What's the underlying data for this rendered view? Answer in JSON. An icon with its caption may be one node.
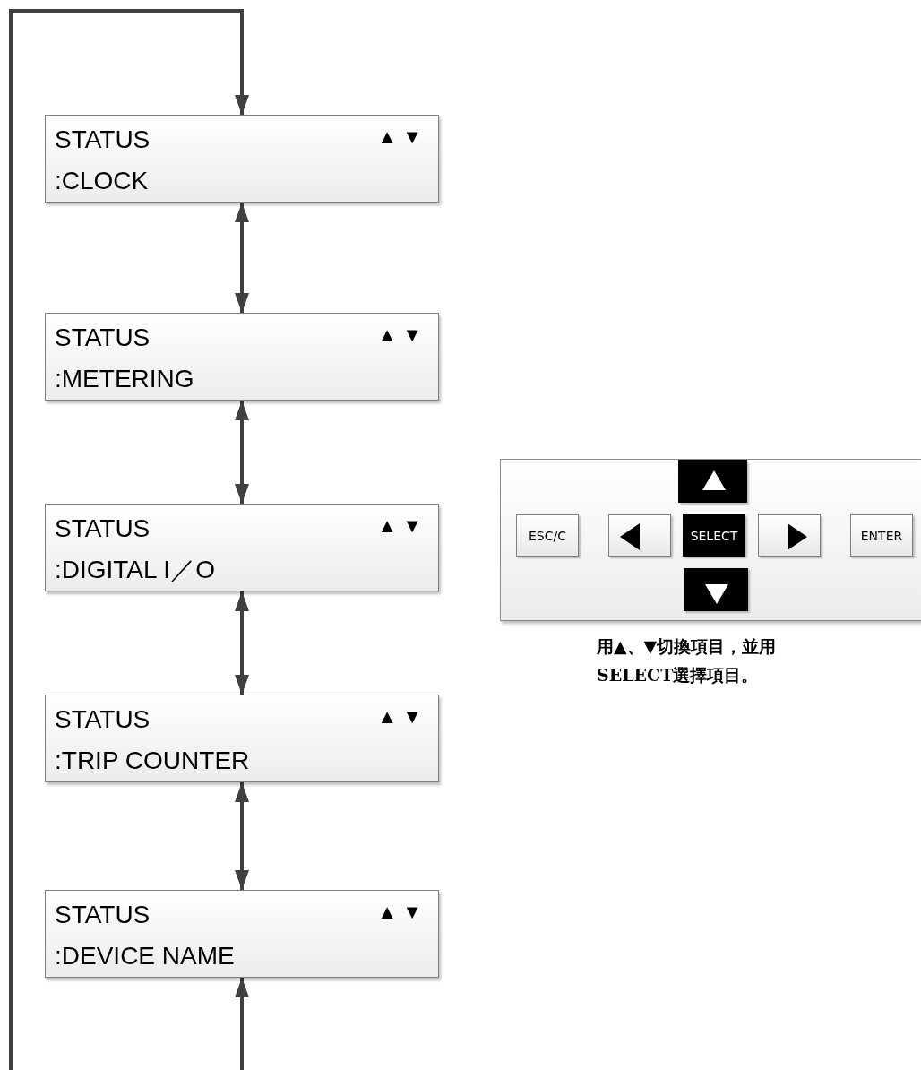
{
  "diagram": {
    "nodes": [
      {
        "text": [
          "STATUS",
          ":CLOCK",
          "▲ ▼"
        ]
      },
      {
        "text": [
          "STATUS",
          ":METERING",
          "▲ ▼"
        ]
      },
      {
        "text": [
          "STATUS",
          ":DIGITAL I／O",
          "▲ ▼"
        ]
      },
      {
        "text": [
          "STATUS",
          ":TRIP COUNTER",
          "▲ ▼"
        ]
      },
      {
        "text": [
          "STATUS",
          ":DEVICE NAME",
          "▲ ▼"
        ]
      },
      {
        "text": [],
        "shape": "box",
        "beside": [
          "用▲、▼切換項目，並用SELECT選擇項目。"
        ]
      },
      {
        "text": [],
        "shape": "box",
        "in": 5
      },
      {
        "text": [
          "ESC/C"
        ],
        "in": 5
      },
      {
        "text": [],
        "shape": "box",
        "in": 5
      },
      {
        "text": [
          "SELECT"
        ],
        "in": 5
      },
      {
        "text": [],
        "shape": "box",
        "in": 5
      },
      {
        "text": [
          "ENTER"
        ],
        "in": 5
      },
      {
        "text": [],
        "shape": "box",
        "in": 5
      }
    ],
    "edges": [
      {
        "from": null,
        "to": 0,
        "arrow": "to"
      },
      {
        "from": 0,
        "to": 1,
        "arrow": "both"
      },
      {
        "from": 1,
        "to": 2,
        "arrow": "both"
      },
      {
        "from": 2,
        "to": 3,
        "arrow": "both"
      },
      {
        "from": 3,
        "to": 4,
        "arrow": "both"
      },
      {
        "from": null,
        "to": 4,
        "arrow": "to"
      }
    ]
  }
}
